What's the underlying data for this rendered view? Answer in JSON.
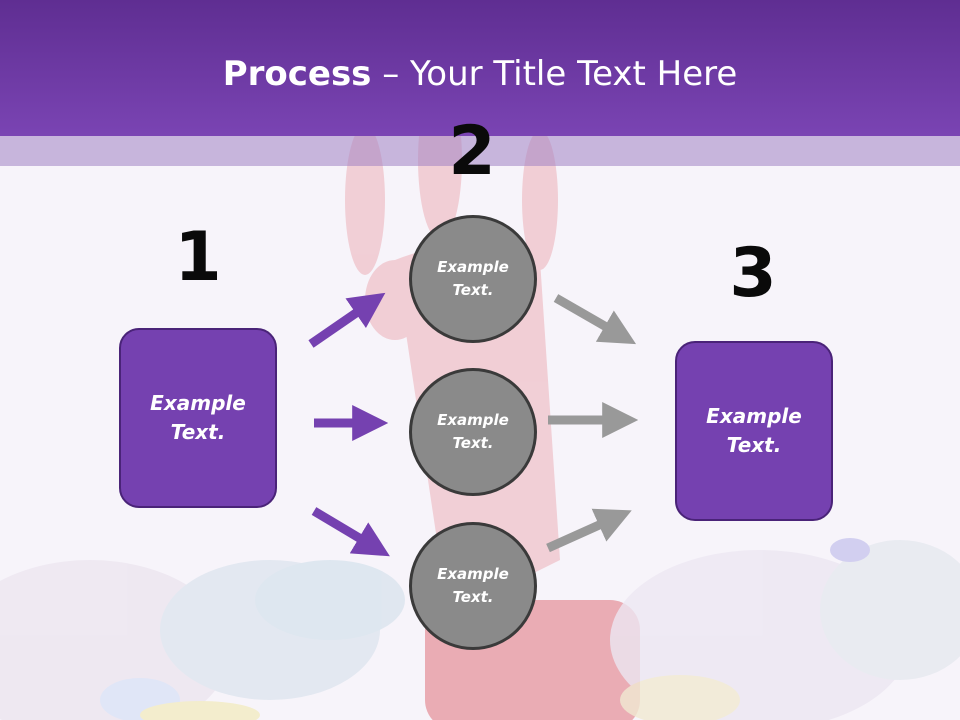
{
  "title": {
    "bold": "Process",
    "rest": " – Your Title Text Here"
  },
  "steps": [
    {
      "number": "1",
      "label_line1": "Example",
      "label_line2": "Text."
    },
    {
      "number": "2"
    },
    {
      "number": "3",
      "label_line1": "Example",
      "label_line2": "Text."
    }
  ],
  "circles": [
    {
      "label_line1": "Example",
      "label_line2": "Text."
    },
    {
      "label_line1": "Example",
      "label_line2": "Text."
    },
    {
      "label_line1": "Example",
      "label_line2": "Text."
    }
  ],
  "colors": {
    "header": "#6a36a3",
    "box_fill": "#7541b0",
    "circle_fill": "#8a8a8a",
    "purple_arrow": "#7541b0",
    "gray_arrow": "#999999"
  }
}
